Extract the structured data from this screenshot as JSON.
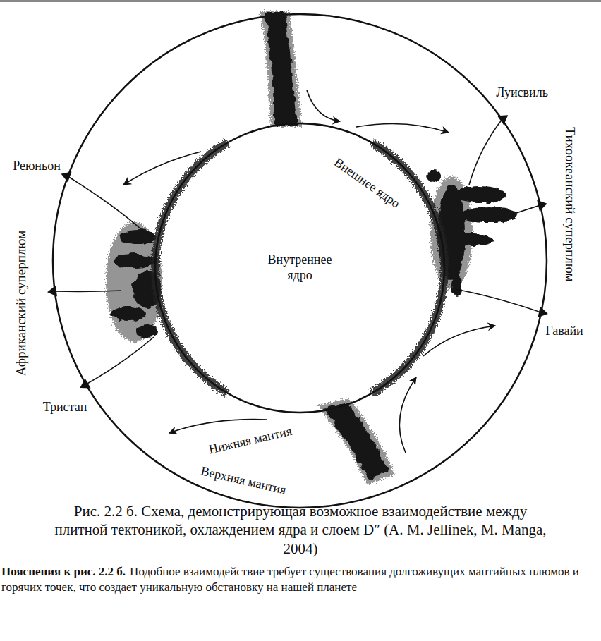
{
  "diagram": {
    "caption": "Рис. 2.2 б. Схема, демонстрирующая возможное взаимодействие между плитной тектоникой, охлаждением ядра и слоем D″ (A. M. Jellinek, M. Manga, 2004)",
    "nodes": [
      {
        "text": [
          "Внутреннее ядро"
        ]
      }
    ],
    "labels": [
      "Луисвиль",
      "Тихоокеанский суперплюм",
      "Реюньон",
      "Африканский суперплюм",
      "Гавайи",
      "Тристан",
      "Внешнее ядро",
      "Нижняя мантия",
      "Верхняя мантия",
      "Пояснения к рис. 2.2 б.",
      "Подобное взаимодействие требует существования долгоживущих мантийных плюмов и горячих точек, что создает уникальную обстановку на нашей планете"
    ]
  }
}
